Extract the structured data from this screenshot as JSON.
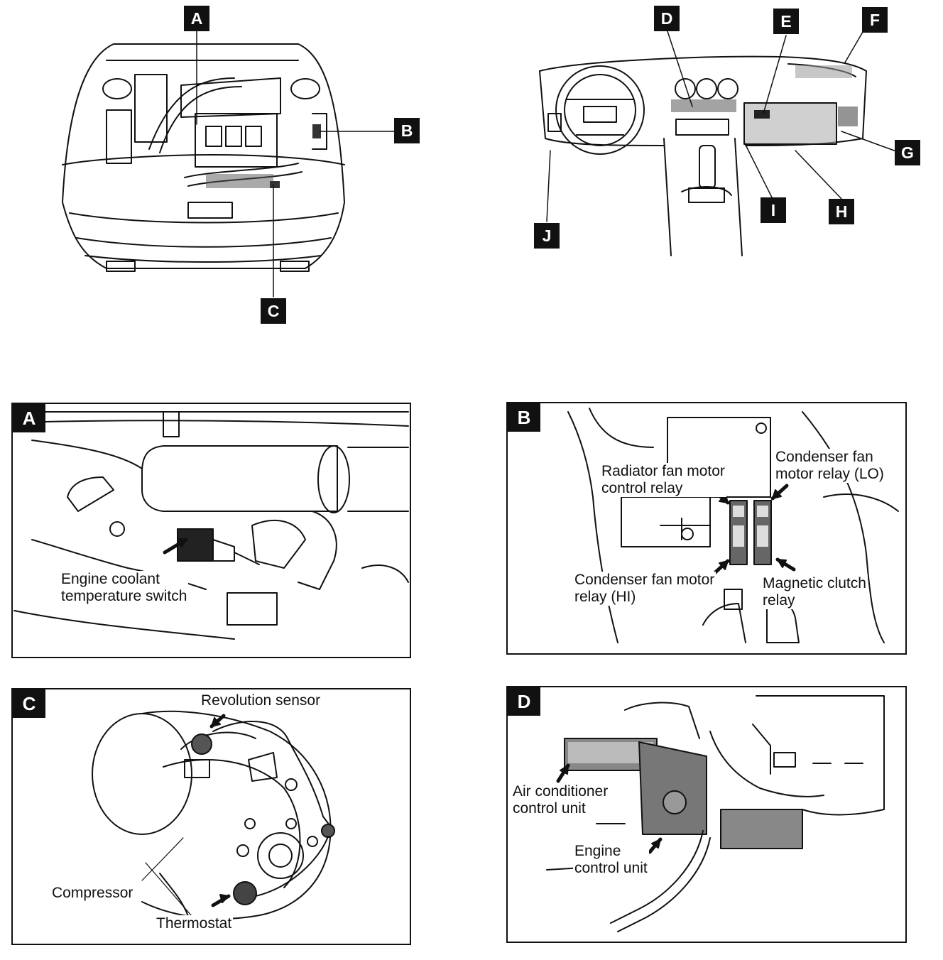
{
  "overview": {
    "engine_bay_tags": [
      "A",
      "B",
      "C"
    ],
    "interior_tags": [
      "D",
      "E",
      "F",
      "G",
      "H",
      "I",
      "J"
    ]
  },
  "panels": {
    "A": {
      "tag": "A",
      "labels": {
        "coolant_switch": "Engine coolant\ntemperature switch"
      }
    },
    "B": {
      "tag": "B",
      "labels": {
        "radiator_relay": "Radiator fan motor\ncontrol relay",
        "condenser_lo": "Condenser fan\nmotor relay (LO)",
        "condenser_hi": "Condenser fan motor\nrelay (HI)",
        "magnetic_clutch": "Magnetic clutch\nrelay"
      }
    },
    "C": {
      "tag": "C",
      "labels": {
        "revolution_sensor": "Revolution sensor",
        "compressor": "Compressor",
        "thermostat": "Thermostat"
      }
    },
    "D": {
      "tag": "D",
      "labels": {
        "ac_control_unit": "Air conditioner\ncontrol unit",
        "engine_control_unit": "Engine\ncontrol unit"
      }
    }
  }
}
